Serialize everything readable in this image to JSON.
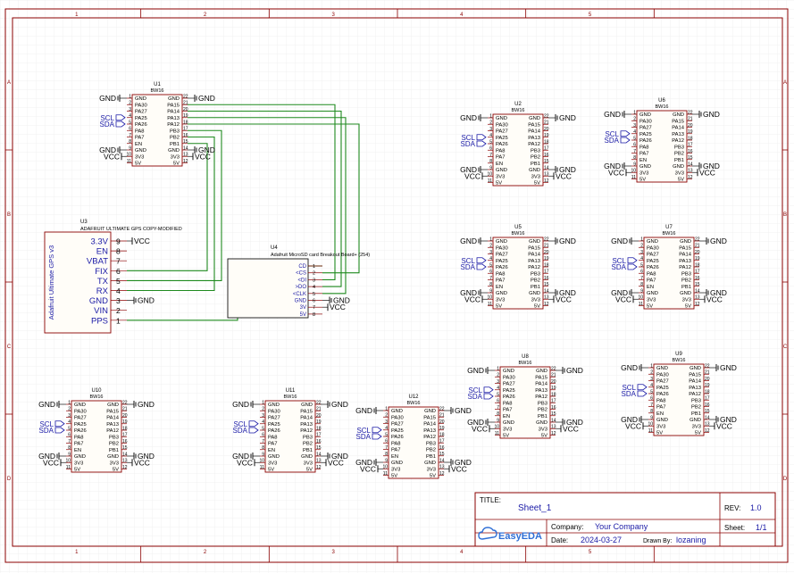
{
  "frame": {
    "col_labels": [
      "1",
      "2",
      "3",
      "4",
      "5"
    ],
    "row_labels": [
      "A",
      "B",
      "C",
      "D"
    ]
  },
  "title_block": {
    "title_label": "TITLE:",
    "title": "Sheet_1",
    "rev_label": "REV:",
    "rev": "1.0",
    "company_label": "Company:",
    "company": "Your Company",
    "sheet_label": "Sheet:",
    "sheet": "1/1",
    "date_label": "Date:",
    "date": "2024-03-27",
    "drawn_label": "Drawn By:",
    "drawn_by": "lozaning",
    "logo_text": "EasyEDA"
  },
  "bw16": {
    "part": "BW16",
    "left_pins": [
      {
        "num": "1",
        "name": "GND"
      },
      {
        "num": "2",
        "name": "PA30"
      },
      {
        "num": "3",
        "name": "PA27"
      },
      {
        "num": "4",
        "name": "PA25"
      },
      {
        "num": "5",
        "name": "PA26"
      },
      {
        "num": "6",
        "name": "PA8"
      },
      {
        "num": "7",
        "name": "PA7"
      },
      {
        "num": "8",
        "name": "EN"
      },
      {
        "num": "9",
        "name": "GND"
      },
      {
        "num": "10",
        "name": "3V3"
      },
      {
        "num": "11",
        "name": "5V"
      }
    ],
    "right_pins": [
      {
        "num": "22",
        "name": "GND"
      },
      {
        "num": "21",
        "name": "PA15"
      },
      {
        "num": "20",
        "name": "PA14"
      },
      {
        "num": "19",
        "name": "PA13"
      },
      {
        "num": "18",
        "name": "PA12"
      },
      {
        "num": "17",
        "name": "PB3"
      },
      {
        "num": "16",
        "name": "PB2"
      },
      {
        "num": "15",
        "name": "PB1"
      },
      {
        "num": "14",
        "name": "GND"
      },
      {
        "num": "13",
        "name": "3V3"
      },
      {
        "num": "12",
        "name": "5V"
      }
    ]
  },
  "modules": [
    {
      "ref": "U1"
    },
    {
      "ref": "U2"
    },
    {
      "ref": "U6"
    },
    {
      "ref": "U5"
    },
    {
      "ref": "U7"
    },
    {
      "ref": "U8"
    },
    {
      "ref": "U9"
    },
    {
      "ref": "U10"
    },
    {
      "ref": "U11"
    },
    {
      "ref": "U12"
    }
  ],
  "net_labels": {
    "gnd": "GND",
    "vcc": "VCC",
    "scl": "SCL",
    "sda": "SDA"
  },
  "gps": {
    "ref": "U3",
    "name": "ADAFRUIT ULTIMATE GPS COPY-MODIFIED",
    "body_label": "Adafruit Ultimate GPS v3",
    "pins": [
      {
        "name": "3.3V",
        "num": "9"
      },
      {
        "name": "EN",
        "num": "8"
      },
      {
        "name": "VBAT",
        "num": "7"
      },
      {
        "name": "FIX",
        "num": "6"
      },
      {
        "name": "TX",
        "num": "5"
      },
      {
        "name": "RX",
        "num": "4"
      },
      {
        "name": "GND",
        "num": "3"
      },
      {
        "name": "VIN",
        "num": "2"
      },
      {
        "name": "PPS",
        "num": "1"
      }
    ]
  },
  "sd": {
    "ref": "U4",
    "name": "Adafruit MicroSD card Breakout Board+ (254)",
    "pins": [
      {
        "name": "CD",
        "num": "1"
      },
      {
        "name": "<CS",
        "num": "2"
      },
      {
        "name": "<DI",
        "num": "3"
      },
      {
        "name": ">DO",
        "num": "4"
      },
      {
        "name": "<CLK",
        "num": "5"
      },
      {
        "name": "GND",
        "num": "6"
      },
      {
        "name": "3V",
        "num": "7"
      },
      {
        "name": "5V",
        "num": "8"
      }
    ]
  }
}
